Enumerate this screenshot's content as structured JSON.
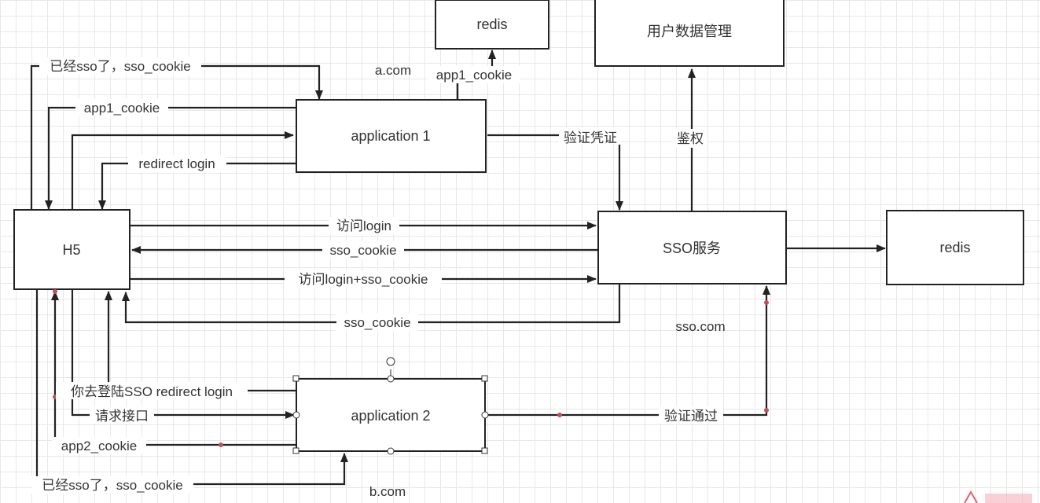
{
  "nodes": {
    "redis_top": "redis",
    "user_data": "用户数据管理",
    "app1": "application 1",
    "h5": "H5",
    "sso": "SSO服务",
    "redis_right": "redis",
    "app2": "application 2"
  },
  "domains": {
    "a": "a.com",
    "sso": "sso.com",
    "b": "b.com"
  },
  "edges": {
    "app1_to_redis": "app1_cookie",
    "h5_to_app1_sso_cookie": "已经sso了，sso_cookie",
    "app1_to_h5_cookie": "app1_cookie",
    "app1_to_h5_redirect": "redirect login",
    "app1_to_sso_verify": "验证凭证",
    "sso_to_user_auth": "鉴权",
    "h5_to_sso_login": "访问login",
    "sso_to_h5_cookie": "sso_cookie",
    "h5_to_sso_login_cookie": "访问login+sso_cookie",
    "sso_to_h5_cookie2": "sso_cookie",
    "app2_to_h5_redirect": "你去登陆SSO redirect login",
    "h5_to_app2_request": "请求接口",
    "app2_to_h5_cookie": "app2_cookie",
    "h5_to_app2_sso_cookie": "已经sso了，sso_cookie",
    "app2_to_sso_verified": "验证通过"
  },
  "colors": {
    "line": "#222222",
    "grid": "#e8e8e8",
    "marker": "#c0505a",
    "watermark": "#e06070"
  }
}
